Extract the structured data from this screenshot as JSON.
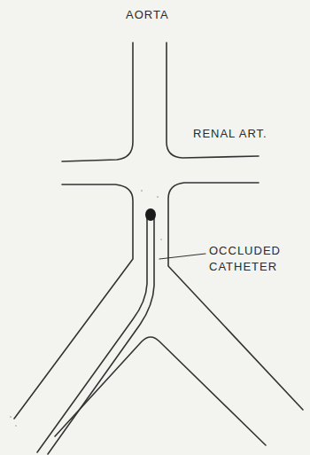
{
  "diagram": {
    "labels": [
      "AORTA",
      "RENAL ART.",
      "OCCLUDED CATHETER"
    ]
  }
}
